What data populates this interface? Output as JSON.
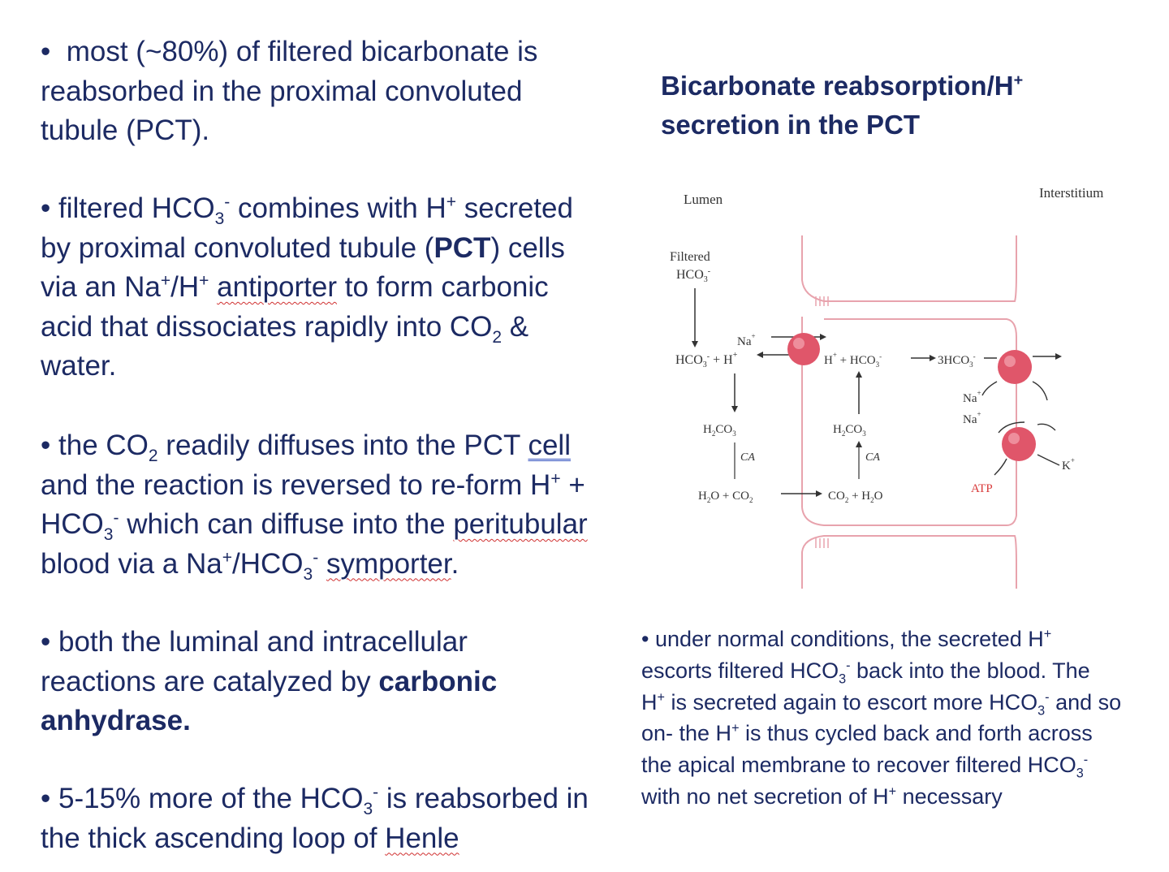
{
  "bullets": {
    "b1": {
      "marker": "•",
      "line1": "most (~80%) of filtered  bicarbonate is",
      "line2": "reabsorbed in the proximal convoluted",
      "line3": "tubule (PCT)."
    },
    "b2": {
      "marker": "•",
      "t1": "filtered HCO",
      "sub3": "3",
      "supminus": "-",
      "t2": " combines with H",
      "supplus": "+",
      "t3": " secreted",
      "t4": "by proximal convoluted tubule (",
      "pct": "PCT",
      "t5": ") cells",
      "t6": "via an Na",
      "t7": "/H",
      "t8": " ",
      "antiporter": "antiporter",
      "t9": " to form carbonic",
      "t10": "acid that dissociates rapidly into CO",
      "sub2": "2",
      "t11": " &",
      "t12": "water."
    },
    "b3": {
      "marker": "•",
      "t1": "the CO",
      "t2": " readily diffuses into the PCT ",
      "cell": "cell",
      "t3": "and the reaction is reversed to re-form H",
      "t4": " +",
      "t5": "HCO",
      "t6": " which can diffuse into the ",
      "peritubular": "peritubular",
      "t7": "blood via a Na",
      "t8": "/HCO",
      "t9": " ",
      "symporter": "symporter",
      "t10": "."
    },
    "b4": {
      "marker": "•",
      "t1": "both the luminal and intracellular",
      "t2": "reactions are catalyzed by ",
      "carbonic": "carbonic",
      "anhydrase": "anhydrase."
    },
    "b5": {
      "marker": "•",
      "t1": "5-15% more of the HCO",
      "t2": " is reabsorbed in",
      "t3": "the thick ascending loop of ",
      "henle": "Henle"
    }
  },
  "title": {
    "line1": "Bicarbonate reabsorption/H",
    "line2": "secretion in the PCT"
  },
  "note": {
    "marker": "•",
    "t1": "under normal conditions, the secreted H",
    "t2": "escorts filtered HCO",
    "t3": " back into the blood. The",
    "t4": "H",
    "t5": " is secreted again to escort more HCO",
    "t6": " and so",
    "t7": "on- the H",
    "t8": " is thus cycled back and forth across",
    "t9": "the apical membrane to recover filtered HCO",
    "t10": "with no net secretion of H",
    "t11": " necessary"
  },
  "diagram": {
    "lumen": "Lumen",
    "interstitium": "Interstitium",
    "filtered": "Filtered",
    "hco3": "HCO",
    "na": "Na",
    "hco3_h": "HCO",
    "h_label": "H",
    "h2co3_left": "H",
    "ca": "CA",
    "h2o_co2": "H",
    "co2_h2o": "CO",
    "h_hco3_right": "H",
    "three_hco3": "3HCO",
    "na_right1": "Na",
    "na_right2": "Na",
    "k": "K",
    "atp": "ATP"
  },
  "colors": {
    "text": "#1c2a63",
    "membrane": "#e8a3ad",
    "transporter": "#e0566a",
    "atp": "#d83a3a"
  }
}
